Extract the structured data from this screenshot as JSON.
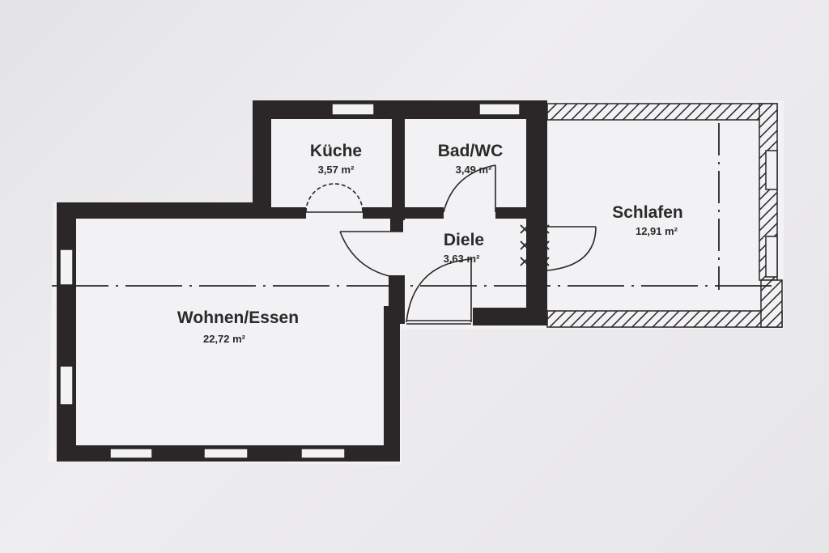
{
  "rooms": {
    "kueche": {
      "name": "Küche",
      "area": "3,57 m²"
    },
    "bad": {
      "name": "Bad/WC",
      "area": "3,49 m²"
    },
    "diele": {
      "name": "Diele",
      "area": "3,63 m²"
    },
    "schlafen": {
      "name": "Schlafen",
      "area": "12,91 m²"
    },
    "wohnen": {
      "name": "Wohnen/Essen",
      "area": "22,72 m²"
    }
  },
  "colors": {
    "wall": "#2b2627",
    "paper": "#f2f1f3",
    "background": "#e8e7ea"
  }
}
